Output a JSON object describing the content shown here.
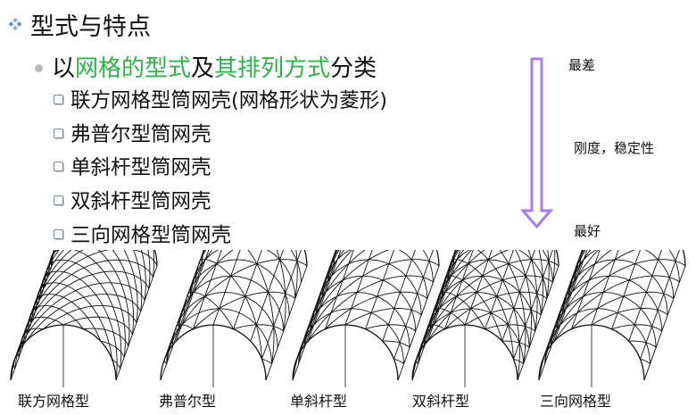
{
  "title": "型式与特点",
  "subtitle": {
    "parts": [
      {
        "text": "以",
        "green": false
      },
      {
        "text": "网格的型式",
        "green": true
      },
      {
        "text": "及",
        "green": false
      },
      {
        "text": "其排列方式",
        "green": true
      },
      {
        "text": "分类",
        "green": false
      }
    ]
  },
  "items": [
    "联方网格型筒网壳(网格形状为菱形)",
    "弗普尔型筒网壳",
    "单斜杆型筒网壳",
    "双斜杆型筒网壳",
    "三向网格型筒网壳"
  ],
  "arrow": {
    "top_label": "最差",
    "middle_label": "刚度，稳定性",
    "bottom_label": "最好",
    "color": "#a77cf2"
  },
  "shells": [
    {
      "label": "联方网格型",
      "pattern": "lamella"
    },
    {
      "label": "弗普尔型",
      "pattern": "foppl"
    },
    {
      "label": "单斜杆型",
      "pattern": "single"
    },
    {
      "label": "双斜杆型",
      "pattern": "double"
    },
    {
      "label": "三向网格型",
      "pattern": "three"
    }
  ],
  "colors": {
    "accent_green": "#2db34a",
    "text": "#111111"
  }
}
